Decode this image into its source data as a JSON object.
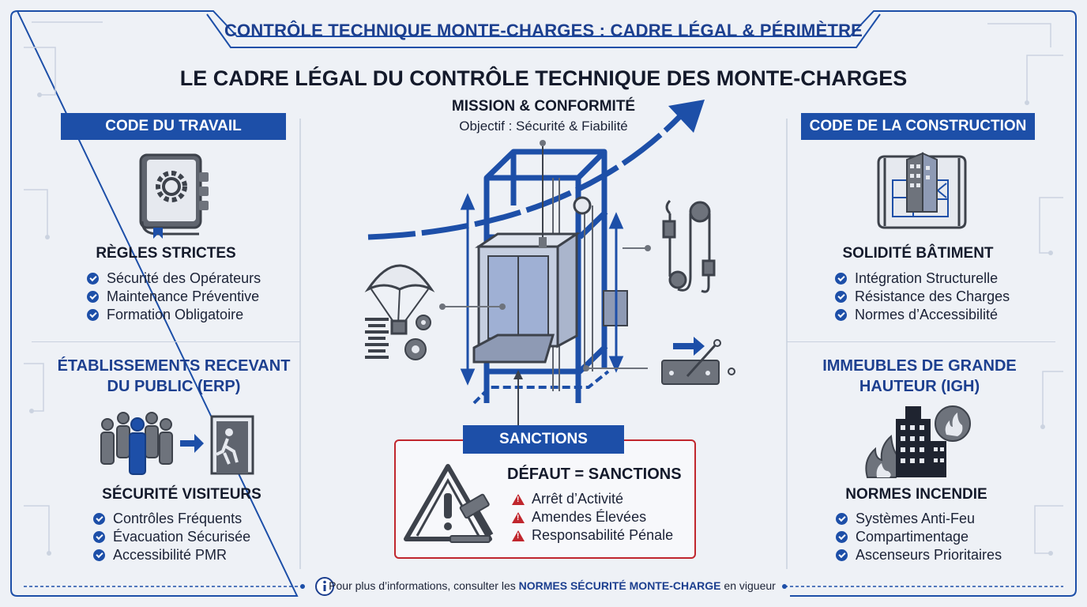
{
  "banner": {
    "title": "CONTRÔLE TECHNIQUE MONTE-CHARGES : CADRE LÉGAL & PÉRIMÈTRE"
  },
  "main_title": "LE CADRE LÉGAL DU CONTRÔLE TECHNIQUE DES MONTE-CHARGES",
  "center": {
    "mission_title": "MISSION & CONFORMITÉ",
    "mission_subtitle": "Objectif : Sécurité & Fiabilité"
  },
  "left": {
    "code_travail": {
      "label": "CODE DU TRAVAIL",
      "heading": "RÈGLES STRICTES",
      "items": [
        "Sécurité des Opérateurs",
        "Maintenance Préventive",
        "Formation Obligatoire"
      ],
      "icon": "manual-gear-icon"
    },
    "erp": {
      "title_line1": "ÉTABLISSEMENTS RECEVANT",
      "title_line2": "DU PUBLIC (ERP)",
      "heading": "SÉCURITÉ VISITEURS",
      "items": [
        "Contrôles Fréquents",
        "Évacuation Sécurisée",
        "Accessibilité PMR"
      ],
      "icon": "crowd-exit-icon"
    }
  },
  "right": {
    "code_construction": {
      "label": "CODE DE LA CONSTRUCTION",
      "heading": "SOLIDITÉ BÂTIMENT",
      "items": [
        "Intégration Structurelle",
        "Résistance des Charges",
        "Normes d’Accessibilité"
      ],
      "icon": "building-blueprint-icon"
    },
    "igh": {
      "title_line1": "IMMEUBLES DE GRANDE",
      "title_line2": "HAUTEUR (IGH)",
      "heading": "NORMES INCENDIE",
      "items": [
        "Systèmes Anti-Feu",
        "Compartimentage",
        "Ascenseurs Prioritaires"
      ],
      "icon": "tower-fire-icon"
    }
  },
  "sanctions": {
    "label": "SANCTIONS",
    "heading": "DÉFAUT = SANCTIONS",
    "items": [
      "Arrêt d’Activité",
      "Amendes Élevées",
      "Responsabilité Pénale"
    ],
    "icon": "warning-gavel-icon"
  },
  "footer": {
    "prefix": "Pour plus d’informations, consulter les",
    "emphasis": "NORMES SÉCURITÉ MONTE-CHARGE",
    "suffix": "en vigueur",
    "icon": "info-icon"
  },
  "colors": {
    "primary": "#1d4fa8",
    "title": "#1c3f8f",
    "danger": "#c0262d",
    "background": "#eef1f6"
  }
}
